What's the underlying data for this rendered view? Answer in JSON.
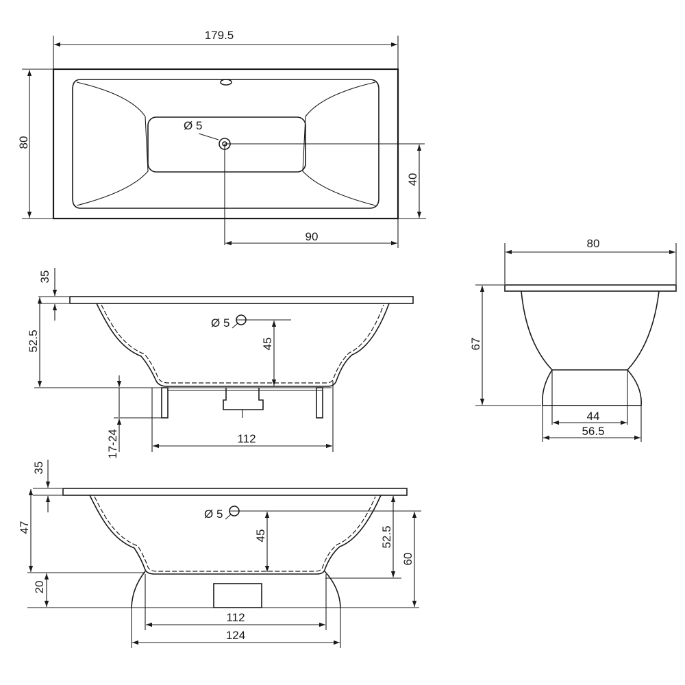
{
  "top_view": {
    "length": "179.5",
    "width": "80",
    "drain_diameter": "Ø 5",
    "drain_offset_y": "40",
    "drain_offset_x": "90"
  },
  "side_view_legs": {
    "rim": "35",
    "depth_total": "52.5",
    "drain_diameter": "Ø 5",
    "drain_height": "45",
    "leg_adjust": "17-24",
    "base_length": "112"
  },
  "end_view": {
    "width": "80",
    "height": "67",
    "base_inner": "44",
    "base_outer": "56.5"
  },
  "side_view_panel": {
    "rim": "35",
    "depth": "47",
    "panel_height": "20",
    "drain_diameter": "Ø 5",
    "drain_height": "45",
    "depth_total": "52.5",
    "overall_height": "60",
    "base_length": "112",
    "panel_length": "124"
  },
  "colors": {
    "line": "#1a1a1a",
    "background": "#ffffff"
  }
}
